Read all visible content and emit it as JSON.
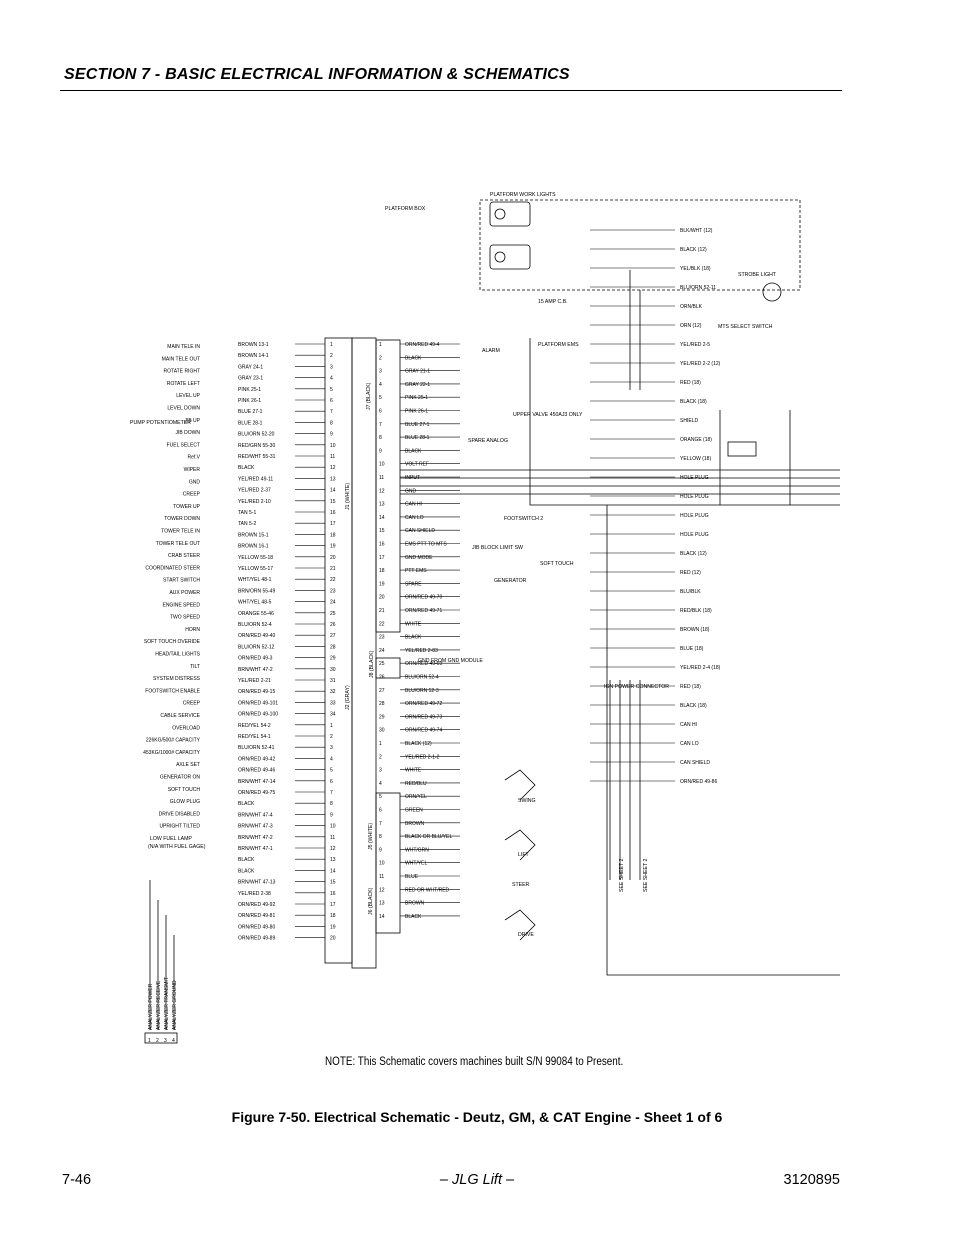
{
  "header": {
    "section_title": "SECTION 7 - BASIC ELECTRICAL INFORMATION & SCHEMATICS"
  },
  "schematic": {
    "labels": {
      "platform_box": "PLATFORM BOX",
      "platform_work_lights": "PLATFORM WORK LIGHTS",
      "strobe_light": "STROBE LIGHT",
      "alarm": "ALARM",
      "mts_select_switch": "MTS SELECT SWITCH",
      "platform_ems": "PLATFORM EMS",
      "spare_analog": "SPARE ANALOG",
      "upper_valve": "UPPER VALVE 450AJ3 ONLY",
      "generator": "GENERATOR",
      "soft_touch": "SOFT TOUCH",
      "footswitch_2": "FOOTSWITCH 2",
      "jib_block_limit_sw": "JIB BLOCK LIMIT SW",
      "gnd_from_gnd_module": "GND FROM GND MODULE",
      "ign_power_connector": "IGN POWER CONNECTOR",
      "swing": "SWING",
      "lift": "LIFT",
      "steer": "STEER",
      "drive": "DRIVE",
      "see_sheet_2a": "SEE SHEET 2",
      "see_sheet_2b": "SEE SHEET 2",
      "pump_potentiometer": "PUMP POTENTIOMETER",
      "low_fuel_lamp": "LOW FUEL LAMP",
      "low_fuel_lamp_note": "(N/A WITH FUEL GAGE)",
      "analyzer": [
        "ANALYZER POWER",
        "ANALYZER RECEIVE",
        "ANALYZER TRANSMIT",
        "ANALYZER GROUND"
      ],
      "analyzer_pins": [
        "1",
        "2",
        "3",
        "4"
      ],
      "fuse": "15 AMP C.B.",
      "conn_j7": "J7 (BLACK)",
      "conn_j1": "J1 (WHITE)",
      "conn_j8": "J8 (BLACK)",
      "conn_j2": "J2 (GRAY)",
      "conn_j5": "J5 (WHITE)",
      "conn_j6": "J6 (BLACK)"
    },
    "left_functions": [
      "MAIN TELE IN",
      "MAIN TELE OUT",
      "ROTATE RIGHT",
      "ROTATE LEFT",
      "LEVEL UP",
      "LEVEL DOWN",
      "JIB UP",
      "JIB DOWN",
      "FUEL SELECT",
      "Ref.V",
      "WIPER",
      "GND",
      "CREEP",
      "TOWER UP",
      "TOWER DOWN",
      "TOWER TELE IN",
      "TOWER TELE OUT",
      "CRAB STEER",
      "COORDINATED STEER",
      "START SWITCH",
      "AUX POWER",
      "ENGINE SPEED",
      "TWO SPEED",
      "HORN",
      "SOFT TOUCH OVERIDE",
      "HEAD/TAIL LIGHTS",
      "TILT",
      "SYSTEM DISTRESS",
      "FOOTSWITCH ENABLE",
      "CREEP",
      "CABLE SERVICE",
      "OVERLOAD",
      "226KG/500# CAPACITY",
      "453KG/1000# CAPACITY",
      "AXLE SET",
      "GENERATOR ON",
      "SOFT TOUCH",
      "GLOW PLUG",
      "DRIVE DISABLED",
      "UPRIGHT TILTED"
    ],
    "left_wires": [
      "BROWN 13-1",
      "BROWN 14-1",
      "GRAY 24-1",
      "GRAY 23-1",
      "PINK 25-1",
      "PINK 26-1",
      "BLUE 27-1",
      "BLUE 28-1",
      "BLU/ORN 52-20",
      "RED/GRN 55-30",
      "RED/WHT 55-31",
      "BLACK",
      "YEL/RED 49-11",
      "YEL/RED 2-37",
      "YEL/RED 2-10",
      "TAN 5-1",
      "TAN 5-2",
      "BROWN 15-1",
      "BROWN 16-1",
      "YELLOW 55-18",
      "YELLOW 55-17",
      "WHT/YEL 48-1",
      "BRN/ORN 55-49",
      "WHT/YEL 48-5",
      "ORANGE 55-46",
      "BLU/ORN 52-4",
      "ORN/RED 49-40",
      "BLU/ORN 52-12",
      "ORN/RED 49-3",
      "BRN/WHT 47-2",
      "YEL/RED 2-21",
      "ORN/RED 49-15",
      "ORN/RED 49-101",
      "ORN/RED 49-100",
      "RED/YEL 54-2",
      "RED/YEL 54-1",
      "BLU/ORN 52-41",
      "ORN/RED 49-42",
      "ORN/RED 49-46",
      "BRN/WHT 47-14",
      "ORN/RED 49-75",
      "BLACK",
      "BRN/WHT 47-4",
      "BRN/WHT 47-3",
      "BRN/WHT 47-2",
      "BRN/WHT 47-1",
      "BLACK",
      "BLACK",
      "BRN/WHT 47-13",
      "YEL/RED 2-38",
      "ORN/RED 49-92",
      "ORN/RED 49-81",
      "ORN/RED 49-80",
      "ORN/RED 49-89"
    ],
    "right_wires": [
      "ORN/RED 49-4",
      "BLACK",
      "GRAY 21-1",
      "GRAY 22-1",
      "PINK 25-1",
      "PINK 26-1",
      "BLUE 27-1",
      "BLUE 28-1",
      "BLACK",
      "VOLT REF",
      "INPUT",
      "GND",
      "CAN HI",
      "CAN LO",
      "CAN SHIELD",
      "EMS PTT TO MTS",
      "GND MODE",
      "PTT EMS",
      "SPARE",
      "ORN/RED 49-70",
      "ORN/RED 49-71",
      "WHITE",
      "BLACK",
      "YEL/RED 2-83",
      "ORN/RED 49-69",
      "BLU/ORN 52-4",
      "BLU/ORN 52-3",
      "ORN/RED 49-72",
      "ORN/RED 49-73",
      "ORN/RED 49-74",
      "BLACK (12)",
      "YEL/RED 2-1-2",
      "WHITE",
      "RED/BLU",
      "ORN/YEL",
      "GREEN",
      "BROWN",
      "BLACK OR BLU/YEL",
      "WHT/GRN",
      "WHT/YEL",
      "BLUE",
      "RED OR WHT/RED",
      "BROWN",
      "BLACK"
    ],
    "far_right_wires": [
      "BLK/WHT (12)",
      "BLACK (12)",
      "YEL/BLK (18)",
      "BLU/ORN 52-11",
      "ORN/BLK",
      "ORN (12)",
      "YEL/RED 2-5",
      "YEL/RED 2-2 (12)",
      "RED (18)",
      "BLACK (18)",
      "SHIELD",
      "ORANGE (18)",
      "YELLOW (18)",
      "HOLE PLUG",
      "HOLE PLUG",
      "HOLE PLUG",
      "HOLE PLUG",
      "BLACK (12)",
      "RED (12)",
      "BLU/BLK",
      "RED/BLK (18)",
      "BROWN (18)",
      "BLUE (18)",
      "YEL/RED 2-4 (18)",
      "RED (18)",
      "BLACK (18)",
      "CAN HI",
      "CAN LO",
      "CAN SHIELD",
      "ORN/RED 49-86"
    ]
  },
  "note": "NOTE: This Schematic covers machines built S/N 99084 to Present.",
  "caption": "Figure 7-50.  Electrical Schematic - Deutz, GM, & CAT Engine - Sheet 1 of 6",
  "footer": {
    "page": "7-46",
    "center": "– JLG Lift –",
    "doc_number": "3120895"
  }
}
